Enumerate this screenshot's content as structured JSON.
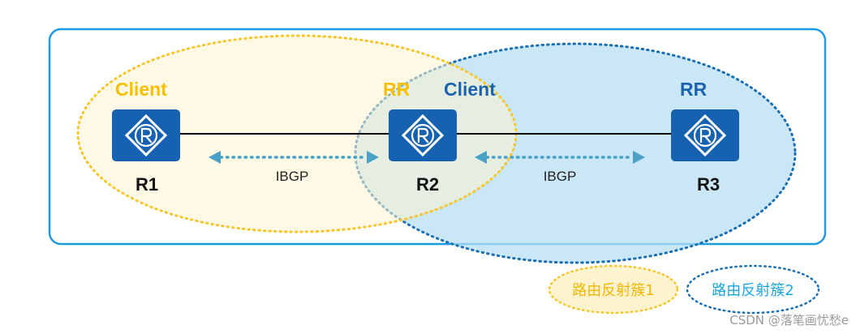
{
  "colors": {
    "frame": "#1e9be6",
    "cluster1_fill": "#fdf4cf",
    "cluster1_stroke": "#f6c62c",
    "cluster2_fill": "#b6def5",
    "cluster2_stroke": "#1a6fb3",
    "router_fill": "#1662b1",
    "client_text": "#f6c000",
    "rr_yellow_text": "#f6c000",
    "client_blue_text": "#1b63ae",
    "rr_blue_text": "#1b63ae",
    "arrow": "#4aa1c5",
    "legend1_text": "#f2b600",
    "legend2_text": "#19a6e0"
  },
  "routers": [
    {
      "name": "R1",
      "icon": "router-icon"
    },
    {
      "name": "R2",
      "icon": "router-icon"
    },
    {
      "name": "R3",
      "icon": "router-icon"
    }
  ],
  "roles": {
    "r1": "Client",
    "r2_rr": "RR",
    "r2_client": "Client",
    "r3": "RR"
  },
  "links": [
    {
      "label": "IBGP"
    },
    {
      "label": "IBGP"
    }
  ],
  "legend": [
    {
      "label": "路由反射簇1"
    },
    {
      "label": "路由反射簇2"
    }
  ],
  "watermark": "CSDN @落笔画忧愁e"
}
